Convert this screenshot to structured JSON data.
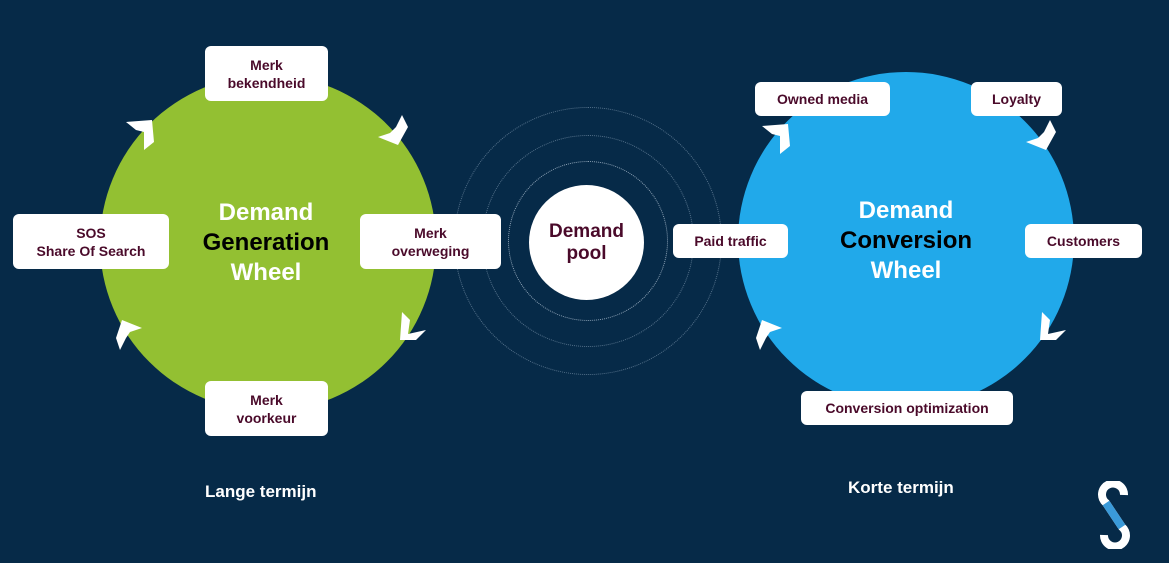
{
  "left_wheel": {
    "title_line1": "Demand",
    "title_line2": "Generation",
    "title_line3": "Wheel",
    "color": "#93c032",
    "items": [
      {
        "line1": "Merk",
        "line2": "bekendheid"
      },
      {
        "line1": "Merk",
        "line2": "overweging"
      },
      {
        "line1": "Merk",
        "line2": "voorkeur"
      },
      {
        "line1": "SOS",
        "line2": "Share Of Search"
      }
    ],
    "caption": "Lange termijn"
  },
  "center": {
    "line1": "Demand",
    "line2": "pool"
  },
  "right_wheel": {
    "title_line1": "Demand",
    "title_line2": "Conversion",
    "title_line3": "Wheel",
    "color": "#21a9ea",
    "items": [
      {
        "label": "Owned media"
      },
      {
        "label": "Loyalty"
      },
      {
        "label": "Customers"
      },
      {
        "label": "Conversion optimization"
      },
      {
        "label": "Paid traffic"
      }
    ],
    "caption": "Korte termijn"
  },
  "logo": {
    "icon": "s-logo-icon"
  },
  "colors": {
    "background": "#062a48",
    "box_text": "#4a0a2a"
  }
}
